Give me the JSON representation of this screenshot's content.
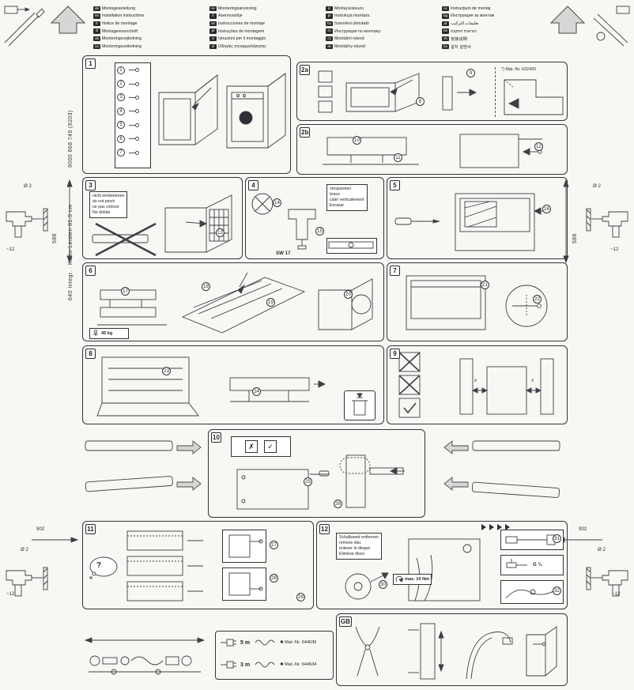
{
  "ink": "#34343a",
  "side": {
    "doc_number": "9000 668 749 (9203)",
    "model": "640 Integr. · Kurto-Leisten 81.5 cm"
  },
  "header": {
    "groups": [
      [
        {
          "code": "de",
          "label": "Montageanleitung"
        },
        {
          "code": "en",
          "label": "Installation instructions"
        },
        {
          "code": "fr",
          "label": "Notice de montage"
        },
        {
          "code": "nl",
          "label": "Montagevoorschrift"
        },
        {
          "code": "da",
          "label": "Monteringsvejledning"
        },
        {
          "code": "no",
          "label": "Monteringsveiledning"
        }
      ],
      [
        {
          "code": "sv",
          "label": "Monteringsanvisning"
        },
        {
          "code": "fi",
          "label": "Asennusohje"
        },
        {
          "code": "es",
          "label": "Instrucciones de montaje"
        },
        {
          "code": "pt",
          "label": "Instruções de montagem"
        },
        {
          "code": "it",
          "label": "Istruzioni per il montaggio"
        },
        {
          "code": "el",
          "label": "Οδηγίες συναρμολόγησης"
        }
      ],
      [
        {
          "code": "tr",
          "label": "Montaj kılavuzu"
        },
        {
          "code": "pl",
          "label": "Instrukcja montażu"
        },
        {
          "code": "hu",
          "label": "Szerelési útmutató"
        },
        {
          "code": "ru",
          "label": "Инструкция по монтажу"
        },
        {
          "code": "cs",
          "label": "Montážní návod"
        },
        {
          "code": "sk",
          "label": "Montážny návod"
        }
      ],
      [
        {
          "code": "ro",
          "label": "Instrucţiuni de montaj"
        },
        {
          "code": "bg",
          "label": "Инструкция за монтаж"
        },
        {
          "code": "ar",
          "label": "تعليمات التركيب"
        },
        {
          "code": "he",
          "label": "הוראות התקנה"
        },
        {
          "code": "zh",
          "label": "安装说明"
        },
        {
          "code": "ko",
          "label": "설치 설명서"
        }
      ]
    ]
  },
  "margins": {
    "top_left": {
      "dia": "Ø 2",
      "depth": "~12",
      "dist": "586"
    },
    "top_right": {
      "dia": "Ø 2",
      "depth": "~12",
      "dist": "586"
    },
    "bottom_left": {
      "dia": "Ø 2",
      "depth": "~12",
      "dist": "902"
    },
    "bottom_right": {
      "dia": "Ø 2",
      "depth": "~12",
      "dist": "902"
    }
  },
  "panels": {
    "p1": {
      "label": "1",
      "parts": [
        "1",
        "2",
        "3",
        "4",
        "5",
        "6",
        "7"
      ]
    },
    "p2a": {
      "label": "2a",
      "note": "*) Mat.-Nr. 632400",
      "callouts": [
        "8",
        "9"
      ]
    },
    "p2b": {
      "label": "2b",
      "callouts": [
        "10",
        "11",
        "12"
      ]
    },
    "p3": {
      "label": "3",
      "warning": [
        "nicht einklemmen",
        "do not pinch",
        "ne pas coincer",
        "No doblar"
      ],
      "callouts": [
        "13"
      ]
    },
    "p4": {
      "label": "4",
      "warning": [
        "verspannen",
        "brace",
        "caler verticalement",
        "Enrasar"
      ],
      "tool": "SW 17",
      "callouts": [
        "14",
        "15"
      ]
    },
    "p5": {
      "label": "5",
      "callouts": [
        "16"
      ]
    },
    "p6": {
      "label": "6",
      "weight": "45 kg",
      "callouts": [
        "17",
        "18",
        "19",
        "20"
      ]
    },
    "p7": {
      "label": "7",
      "callouts": [
        "21",
        "22"
      ]
    },
    "p8": {
      "label": "8",
      "callouts": [
        "23",
        "24"
      ]
    },
    "p9": {
      "label": "9",
      "gap_left": "x",
      "gap_right": "x"
    },
    "p10": {
      "label": "10",
      "no": "✗",
      "yes": "✓",
      "callouts": [
        "25",
        "26"
      ]
    },
    "p11": {
      "label": "11",
      "question": "?",
      "callouts": [
        "27",
        "28",
        "29"
      ]
    },
    "p12": {
      "label": "12",
      "note": [
        "Schallwand entfernen",
        "remove disc",
        "enlever le disque",
        "Eliminar disco"
      ],
      "torque": "max. 10 Nm",
      "fitting": "G ¾",
      "callouts": [
        "30",
        "31",
        "32"
      ]
    },
    "gb": {
      "label": "GB"
    }
  },
  "bottom": {
    "kits": [
      {
        "length": "5 m",
        "part": "✱ Mat.-Nr. 644636"
      },
      {
        "length": "3 m",
        "part": "✱ Mat.-Nr. 644634"
      }
    ]
  }
}
